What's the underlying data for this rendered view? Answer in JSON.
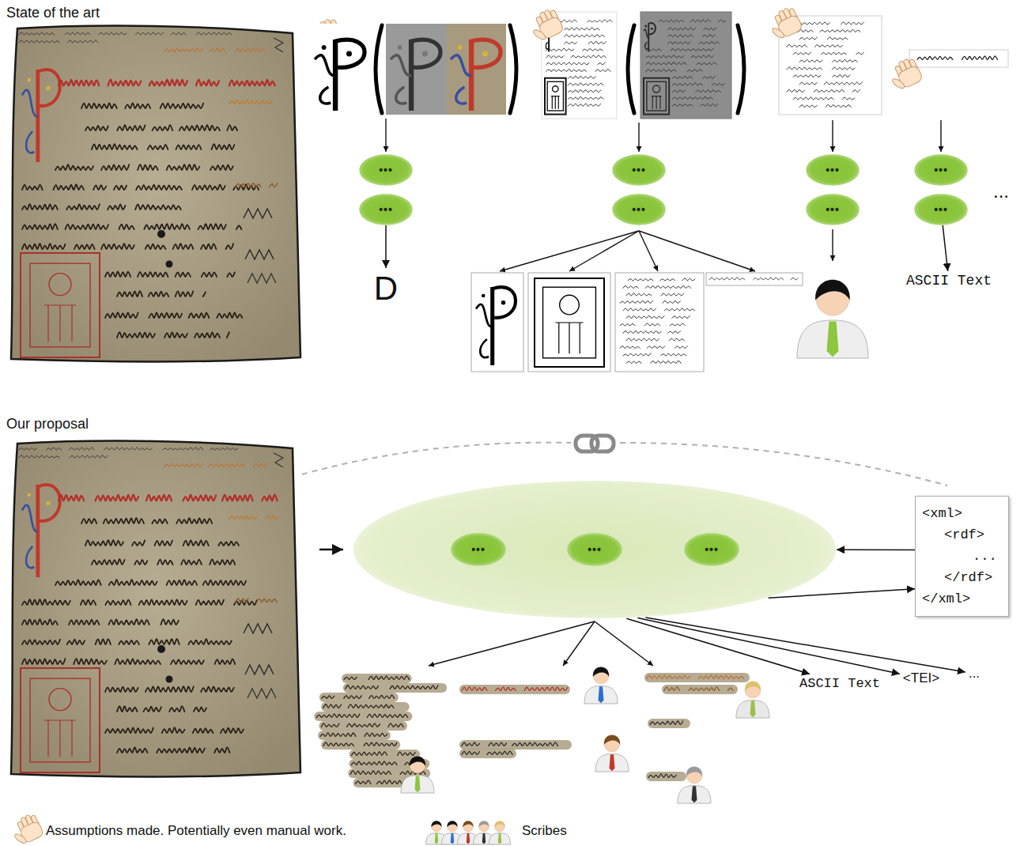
{
  "diagram": {
    "nodes": [
      {
        "text": [
          "•••"
        ]
      },
      {
        "text": [
          "•••"
        ]
      },
      {
        "text": [
          "•••"
        ]
      },
      {
        "text": [
          "•••"
        ]
      },
      {
        "text": [
          "•••"
        ]
      },
      {
        "text": [
          "•••"
        ]
      },
      {
        "text": [
          "•••"
        ]
      },
      {
        "text": [
          "•••"
        ]
      },
      {
        "text": [
          "D"
        ]
      },
      {
        "text": [
          "ASCII Text"
        ]
      },
      {
        "text": []
      },
      {
        "text": [
          "•••"
        ],
        "in": 10
      },
      {
        "text": [
          "•••"
        ],
        "in": 10
      },
      {
        "text": [
          "•••"
        ],
        "in": 10
      },
      {
        "text": [
          "<xml>",
          "<rdf>",
          "...",
          "</rdf>",
          "</xml>"
        ]
      },
      {
        "text": [
          "ASCII Text"
        ]
      },
      {
        "text": [
          "<TEI>"
        ]
      },
      {
        "text": [
          "..."
        ]
      }
    ],
    "edges": [
      {
        "from": 1,
        "to": 8,
        "arrow": "to"
      },
      {
        "from": 7,
        "to": 9,
        "arrow": "to"
      },
      {
        "from": 11,
        "to": 12,
        "arrow": "both"
      },
      {
        "from": 12,
        "to": 13,
        "arrow": "both"
      },
      {
        "from": 14,
        "to": 10,
        "arrow": "to"
      },
      {
        "from": 10,
        "to": 14,
        "arrow": "to"
      },
      {
        "from": 10,
        "to": 15,
        "arrow": "to"
      },
      {
        "from": 10,
        "to": 16,
        "arrow": "to"
      },
      {
        "from": 10,
        "to": 17,
        "arrow": "to"
      }
    ],
    "labels": [
      "State of the art",
      "Our proposal",
      "..."
    ],
    "legend": [
      {
        "text": "Assumptions made. Potentially even manual work."
      },
      {
        "text": "Scribes"
      }
    ]
  }
}
